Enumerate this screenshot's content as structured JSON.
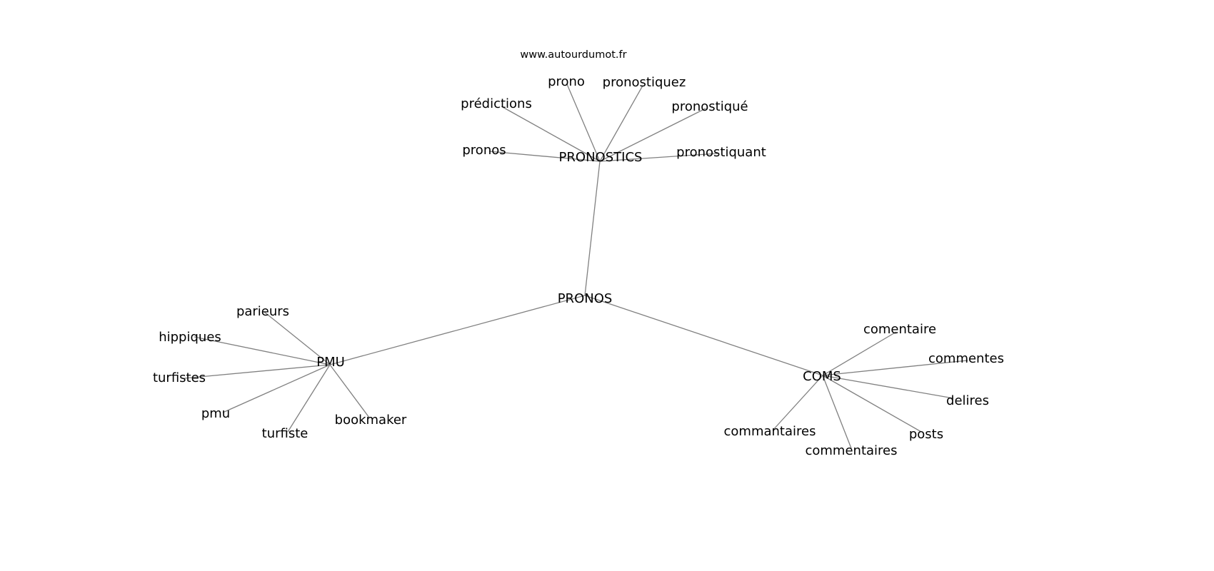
{
  "source_label": "www.autourdumot.fr",
  "root": "PRONOS",
  "nodes": [
    {
      "id": "PRONOS",
      "label": "PRONOS"
    },
    {
      "id": "PRONOSTICS",
      "label": "PRONOSTICS"
    },
    {
      "id": "PMU",
      "label": "PMU"
    },
    {
      "id": "COMS",
      "label": "COMS"
    },
    {
      "id": "prono",
      "label": "prono"
    },
    {
      "id": "pronostiquez",
      "label": "pronostiquez"
    },
    {
      "id": "predictions",
      "label": "prédictions"
    },
    {
      "id": "pronostique",
      "label": "pronostiqué"
    },
    {
      "id": "pronos",
      "label": "pronos"
    },
    {
      "id": "pronostiquant",
      "label": "pronostiquant"
    },
    {
      "id": "parieurs",
      "label": "parieurs"
    },
    {
      "id": "hippiques",
      "label": "hippiques"
    },
    {
      "id": "turfistes",
      "label": "turfistes"
    },
    {
      "id": "pmu",
      "label": "pmu"
    },
    {
      "id": "turfiste",
      "label": "turfiste"
    },
    {
      "id": "bookmaker",
      "label": "bookmaker"
    },
    {
      "id": "comentaire",
      "label": "comentaire"
    },
    {
      "id": "commentes",
      "label": "commentes"
    },
    {
      "id": "delires",
      "label": "delires"
    },
    {
      "id": "posts",
      "label": "posts"
    },
    {
      "id": "commentaires",
      "label": "commentaires"
    },
    {
      "id": "commantaires",
      "label": "commantaires"
    }
  ],
  "edges": [
    [
      "PRONOS",
      "PRONOSTICS"
    ],
    [
      "PRONOS",
      "PMU"
    ],
    [
      "PRONOS",
      "COMS"
    ],
    [
      "PRONOSTICS",
      "prono"
    ],
    [
      "PRONOSTICS",
      "pronostiquez"
    ],
    [
      "PRONOSTICS",
      "predictions"
    ],
    [
      "PRONOSTICS",
      "pronostique"
    ],
    [
      "PRONOSTICS",
      "pronos"
    ],
    [
      "PRONOSTICS",
      "pronostiquant"
    ],
    [
      "PMU",
      "parieurs"
    ],
    [
      "PMU",
      "hippiques"
    ],
    [
      "PMU",
      "turfistes"
    ],
    [
      "PMU",
      "pmu"
    ],
    [
      "PMU",
      "turfiste"
    ],
    [
      "PMU",
      "bookmaker"
    ],
    [
      "COMS",
      "comentaire"
    ],
    [
      "COMS",
      "commentes"
    ],
    [
      "COMS",
      "delires"
    ],
    [
      "COMS",
      "posts"
    ],
    [
      "COMS",
      "commentaires"
    ],
    [
      "COMS",
      "commantaires"
    ]
  ],
  "colors": {
    "edge": "#808080",
    "text": "#000000",
    "background": "#ffffff"
  }
}
